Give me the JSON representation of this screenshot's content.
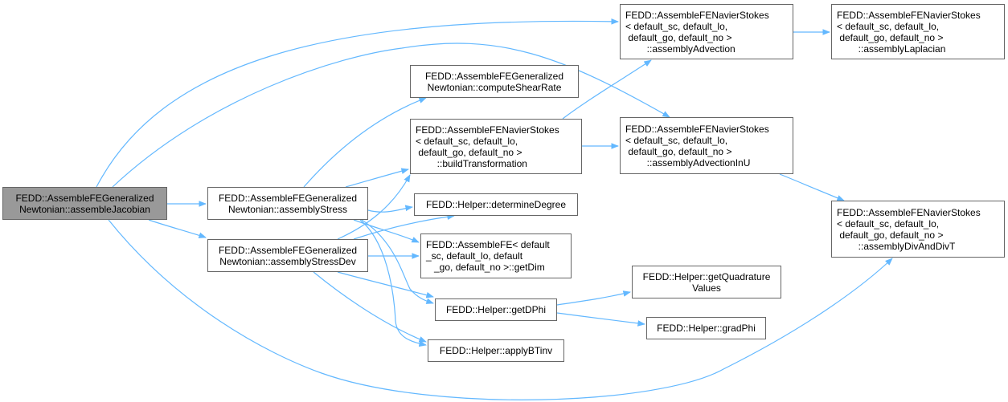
{
  "graph": {
    "type": "call-graph",
    "edge_color": "#63b8ff",
    "root_fill": "#999999",
    "node_border": "#666666",
    "nodes": [
      {
        "id": "assembleJacobian",
        "lines": [
          "FEDD::AssembleFEGeneralized",
          "Newtonian::assembleJacobian"
        ]
      },
      {
        "id": "assemblyStress",
        "lines": [
          "FEDD::AssembleFEGeneralized",
          "Newtonian::assemblyStress"
        ]
      },
      {
        "id": "assemblyStressDev",
        "lines": [
          "FEDD::AssembleFEGeneralized",
          "Newtonian::assemblyStressDev"
        ]
      },
      {
        "id": "computeShearRate",
        "lines": [
          "FEDD::AssembleFEGeneralized",
          "Newtonian::computeShearRate"
        ]
      },
      {
        "id": "buildTransformation",
        "lines": [
          "FEDD::AssembleFENavierStokes",
          "< default_sc, default_lo,",
          " default_go, default_no >",
          "        ::buildTransformation"
        ]
      },
      {
        "id": "determineDegree",
        "lines": [
          "FEDD::Helper::determineDegree"
        ]
      },
      {
        "id": "getDim",
        "lines": [
          "FEDD::AssembleFE< default",
          "_sc, default_lo, default",
          "   _go, default_no >::getDim"
        ]
      },
      {
        "id": "getDPhi",
        "lines": [
          "FEDD::Helper::getDPhi"
        ]
      },
      {
        "id": "applyBTinv",
        "lines": [
          "FEDD::Helper::applyBTinv"
        ]
      },
      {
        "id": "assemblyAdvection",
        "lines": [
          "FEDD::AssembleFENavierStokes",
          "< default_sc, default_lo,",
          " default_go, default_no >",
          "        ::assemblyAdvection"
        ]
      },
      {
        "id": "assemblyAdvectionInU",
        "lines": [
          "FEDD::AssembleFENavierStokes",
          "< default_sc, default_lo,",
          " default_go, default_no >",
          "        ::assemblyAdvectionInU"
        ]
      },
      {
        "id": "getQuadratureValues",
        "lines": [
          "FEDD::Helper::getQuadrature",
          "Values"
        ]
      },
      {
        "id": "gradPhi",
        "lines": [
          "FEDD::Helper::gradPhi"
        ]
      },
      {
        "id": "assemblyLaplacian",
        "lines": [
          "FEDD::AssembleFENavierStokes",
          "< default_sc, default_lo,",
          " default_go, default_no >",
          "        ::assemblyLaplacian"
        ]
      },
      {
        "id": "assemblyDivAndDivT",
        "lines": [
          "FEDD::AssembleFENavierStokes",
          "< default_sc, default_lo,",
          " default_go, default_no >",
          "        ::assemblyDivAndDivT"
        ]
      }
    ],
    "edges": [
      {
        "from": "assembleJacobian",
        "to": "assemblyStress"
      },
      {
        "from": "assembleJacobian",
        "to": "assemblyStressDev"
      },
      {
        "from": "assembleJacobian",
        "to": "assemblyAdvection"
      },
      {
        "from": "assembleJacobian",
        "to": "assemblyAdvectionInU"
      },
      {
        "from": "assembleJacobian",
        "to": "assemblyDivAndDivT"
      },
      {
        "from": "assemblyStress",
        "to": "computeShearRate"
      },
      {
        "from": "assemblyStress",
        "to": "buildTransformation"
      },
      {
        "from": "assemblyStress",
        "to": "determineDegree"
      },
      {
        "from": "assemblyStress",
        "to": "getDim"
      },
      {
        "from": "assemblyStress",
        "to": "getDPhi"
      },
      {
        "from": "assemblyStress",
        "to": "applyBTinv"
      },
      {
        "from": "assemblyStressDev",
        "to": "buildTransformation"
      },
      {
        "from": "assemblyStressDev",
        "to": "determineDegree"
      },
      {
        "from": "assemblyStressDev",
        "to": "getDim"
      },
      {
        "from": "assemblyStressDev",
        "to": "getDPhi"
      },
      {
        "from": "assemblyStressDev",
        "to": "applyBTinv"
      },
      {
        "from": "buildTransformation",
        "to": "assemblyAdvection"
      },
      {
        "from": "buildTransformation",
        "to": "assemblyAdvectionInU"
      },
      {
        "from": "assemblyAdvection",
        "to": "assemblyLaplacian"
      },
      {
        "from": "assemblyAdvectionInU",
        "to": "assemblyDivAndDivT"
      },
      {
        "from": "getDPhi",
        "to": "getQuadratureValues"
      },
      {
        "from": "getDPhi",
        "to": "gradPhi"
      }
    ]
  }
}
